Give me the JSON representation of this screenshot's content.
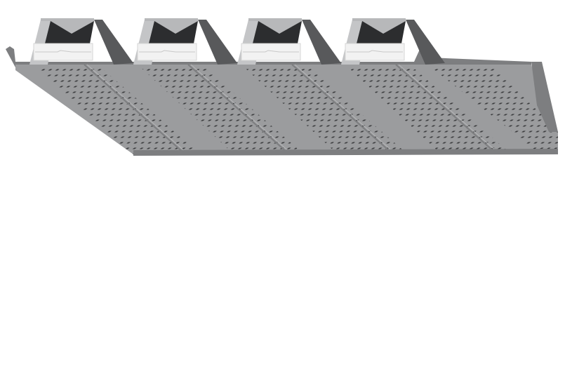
{
  "figure": {
    "subject": "perforated-metal-deck-panel",
    "rib_count": 4,
    "perforated_strip_count": 4,
    "colors": {
      "background": "#ffffff",
      "panel_face": "#9b9c9e",
      "panel_edge": "#7d7e80",
      "perforation": "#3b3c3e",
      "rib_top": "#b7b8ba",
      "rib_side_light": "#c4c5c7",
      "rib_side_dark": "#58595b",
      "rib_interior": "#2c2d2f",
      "insulation": "#f2f2f2"
    }
  }
}
